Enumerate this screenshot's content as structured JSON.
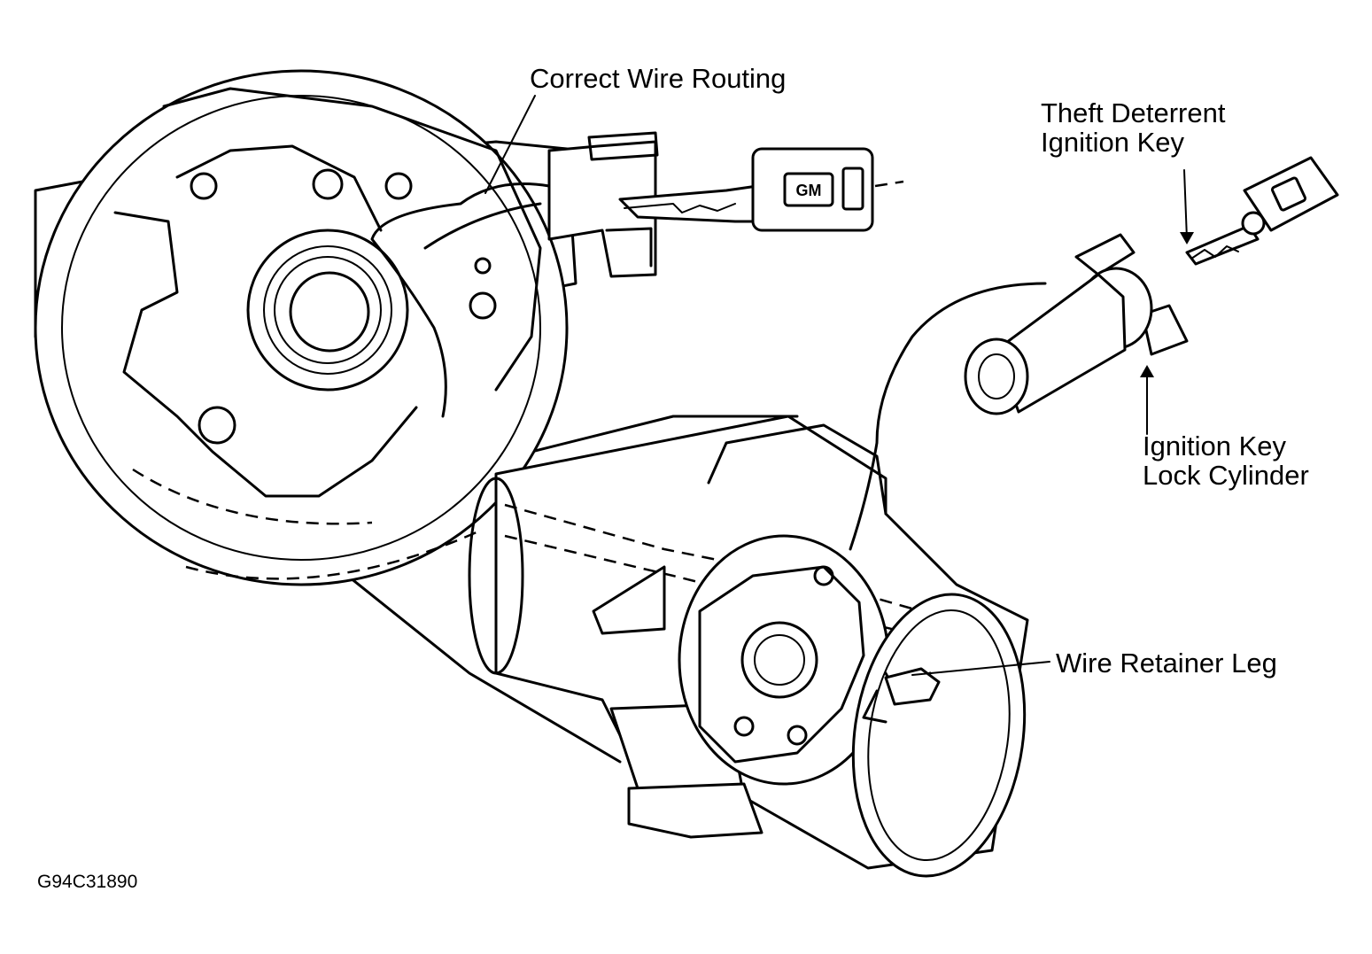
{
  "labels": {
    "correct_wire_routing": "Correct Wire Routing",
    "theft_deterrent_line1": "Theft Deterrent",
    "theft_deterrent_line2": "Ignition Key",
    "lock_cylinder_line1": "Ignition Key",
    "lock_cylinder_line2": "Lock Cylinder",
    "wire_retainer_leg": "Wire Retainer Leg",
    "figure_code": "G94C31890",
    "key_badge": "GM"
  },
  "colors": {
    "line": "#000000",
    "background": "#ffffff"
  }
}
